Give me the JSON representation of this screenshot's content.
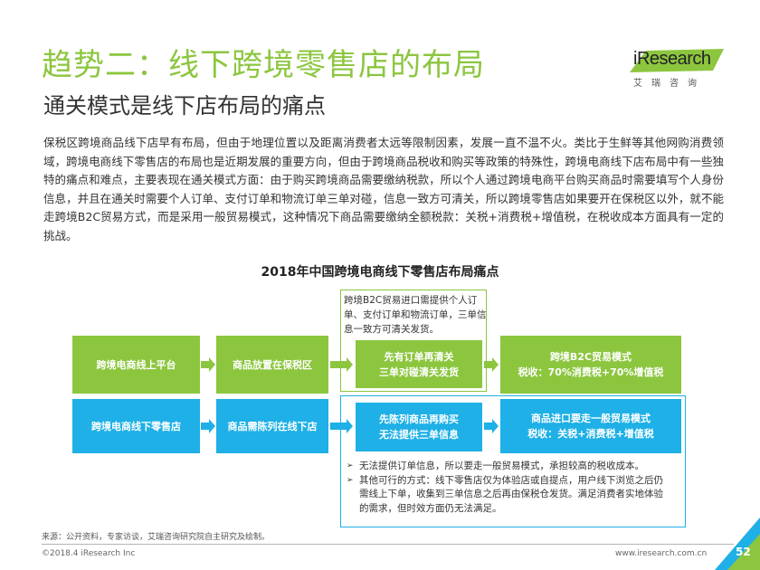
{
  "header": {
    "title": "趋势二：线下跨境零售店的布局",
    "subtitle": "通关模式是线下店布局的痛点"
  },
  "logo": {
    "name": "iResearch",
    "sub": "艾瑞咨询"
  },
  "body_text": "保税区跨境商品线下店早有布局，但由于地理位置以及距离消费者太远等限制因素，发展一直不温不火。类比于生鲜等其他网购消费领域，跨境电商线下零售店的布局也是近期发展的重要方向，但由于跨境商品税收和购买等政策的特殊性，跨境电商线下店布局中有一些独特的痛点和难点，主要表现在通关模式方面：由于购买跨境商品需要缴纳税款，所以个人通过跨境电商平台购买商品时需要填写个人身份信息，并且在通关时需要个人订单、支付订单和物流订单三单对碰，信息一致方可清关，所以跨境零售店如果要开在保税区以外，就不能走跨境B2C贸易方式，而是采用一般贸易模式，这种情况下商品需要缴纳全额税款：关税+消费税+增值税，在税收成本方面具有一定的挑战。",
  "diagram": {
    "title": "2018年中国跨境电商线下零售店布局痛点",
    "top_note": "跨境B2C贸易进口需提供个人订单、支付订单和物流订单，三单信息一致方可清关发货。",
    "row1": {
      "b1": "跨境电商线上平台",
      "b2": "商品放置在保税区",
      "b3_l1": "先有订单再清关",
      "b3_l2": "三单对碰清关发货",
      "b4_l1": "跨境B2C贸易模式",
      "b4_l2": "税收：70%消费税+70%增值税"
    },
    "row2": {
      "b1": "跨境电商线下零售店",
      "b2": "商品需陈列在线下店",
      "b3_l1": "先陈列商品再购买",
      "b3_l2": "无法提供三单信息",
      "b4_l1": "商品进口要走一般贸易模式",
      "b4_l2": "税收：关税+消费税+增值税"
    },
    "bullets": [
      "无法提供订单信息，所以要走一般贸易模式，承担较高的税收成本。",
      "其他可行的方式：线下零售店仅为体验店或自提点，用户线下浏览之后仍需线上下单，收集到三单信息之后再由保税仓发货。满足消费者实地体验的需求，但时效方面仍无法满足。"
    ],
    "bullet_marker": "➢"
  },
  "footer": {
    "source": "来源：公开资料，专家访谈，艾瑞咨询研究院自主研究及绘制。",
    "copyright": "©2018.4 iResearch Inc",
    "site": "www.iresearch.com.cn",
    "page": "52"
  },
  "colors": {
    "green": "#8cc63f",
    "blue": "#1eb0e6",
    "title_green": "#8cc63f"
  }
}
